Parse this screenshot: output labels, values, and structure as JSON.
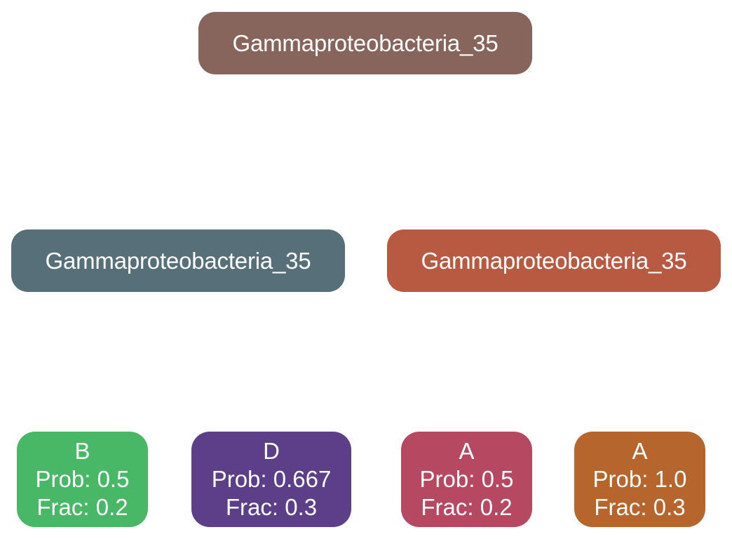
{
  "root": {
    "label": "Gammaproteobacteria_35",
    "color": "#87645C"
  },
  "children": [
    {
      "label": "Gammaproteobacteria_35",
      "color": "#576F79"
    },
    {
      "label": "Gammaproteobacteria_35",
      "color": "#B85A41"
    }
  ],
  "leaves": [
    {
      "name": "B",
      "prob": "Prob: 0.5",
      "frac": "Frac: 0.2",
      "color": "#48B866"
    },
    {
      "name": "D",
      "prob": "Prob: 0.667",
      "frac": "Frac: 0.3",
      "color": "#5D3E89"
    },
    {
      "name": "A",
      "prob": "Prob: 0.5",
      "frac": "Frac: 0.2",
      "color": "#B64862"
    },
    {
      "name": "A",
      "prob": "Prob: 1.0",
      "frac": "Frac: 0.3",
      "color": "#B6652D"
    }
  ]
}
